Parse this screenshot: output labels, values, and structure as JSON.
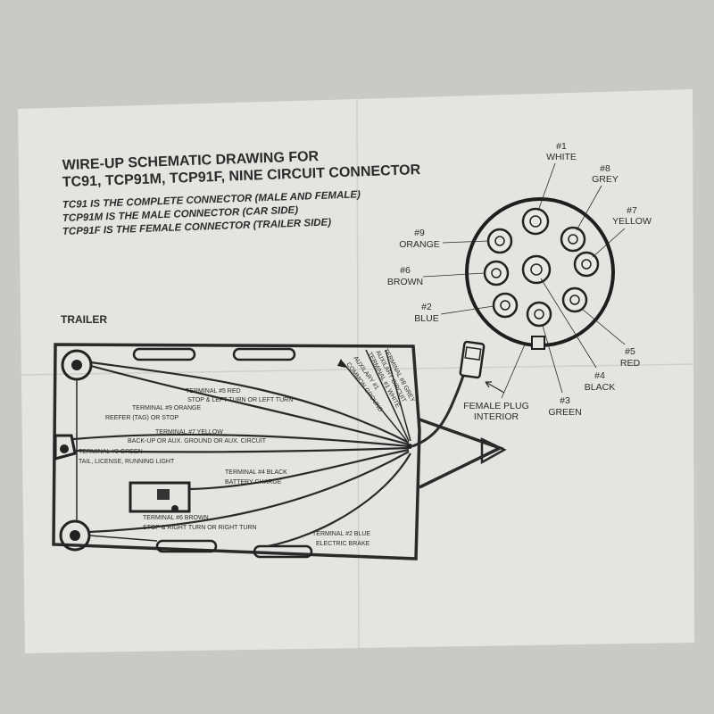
{
  "title": {
    "line1": "WIRE-UP SCHEMATIC DRAWING FOR",
    "line2": "TC91, TCP91M, TCP91F, NINE CIRCUIT CONNECTOR"
  },
  "descriptions": [
    "TC91 IS THE COMPLETE CONNECTOR (MALE AND FEMALE)",
    "TCP91M IS THE MALE CONNECTOR (CAR SIDE)",
    "TCP91F IS THE FEMALE CONNECTOR (TRAILER SIDE)"
  ],
  "trailer_label": "TRAILER",
  "connector": {
    "pins": [
      {
        "num": "#1",
        "color": "WHITE"
      },
      {
        "num": "#8",
        "color": "GREY"
      },
      {
        "num": "#7",
        "color": "YELLOW"
      },
      {
        "num": "#9",
        "color": "ORANGE"
      },
      {
        "num": "#6",
        "color": "BROWN"
      },
      {
        "num": "#2",
        "color": "BLUE"
      },
      {
        "num": "#5",
        "color": "RED"
      },
      {
        "num": "#4",
        "color": "BLACK"
      },
      {
        "num": "#3",
        "color": "GREEN"
      }
    ],
    "plug_label_1": "FEMALE PLUG",
    "plug_label_2": "INTERIOR"
  },
  "wiring": [
    {
      "terminal": "TERMINAL #5 RED",
      "function": "STOP & LEFT TURN OR LEFT TURN"
    },
    {
      "terminal": "TERMINAL #9 ORANGE",
      "function": "REEFER (TAG) OR STOP"
    },
    {
      "terminal": "TERMINAL #7 YELLOW",
      "function": "BACK-UP OR AUX. GROUND OR AUX. CIRCUIT"
    },
    {
      "terminal": "TERMINAL #3 GREEN",
      "function": "TAIL, LICENSE, RUNNING LIGHT"
    },
    {
      "terminal": "TERMINAL #4 BLACK",
      "function": "BATTERY CHARGE"
    },
    {
      "terminal": "TERMINAL #6 BROWN",
      "function": "STOP & RIGHT TURN OR RIGHT TURN"
    },
    {
      "terminal": "TERMINAL #2 BLUE",
      "function": "ELECTRIC BRAKE"
    }
  ],
  "aux_labels": [
    "TERMINAL #8 GREY",
    "AUXILARY CIRCUIT",
    "TERMINAL #1 WHITE",
    "AUXILARY #1",
    "COMMON GROUND"
  ]
}
